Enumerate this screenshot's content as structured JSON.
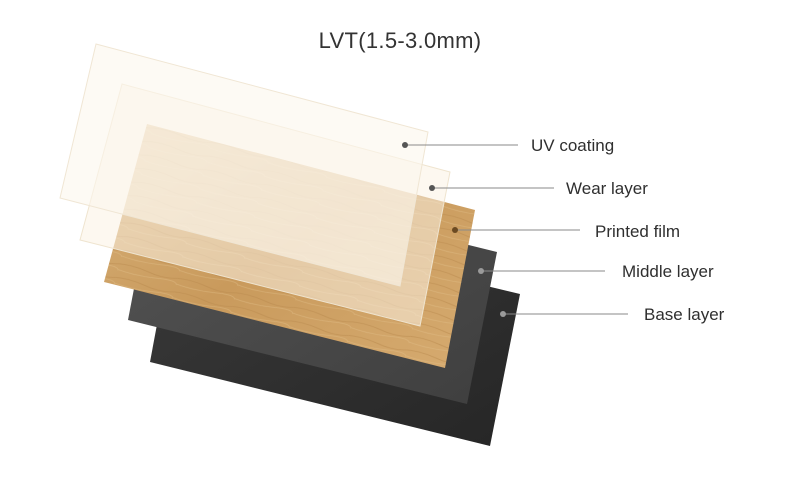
{
  "title": "LVT(1.5-3.0mm)",
  "layers": [
    {
      "label": "UV coating",
      "color": "#fbf4e8"
    },
    {
      "label": "Wear layer",
      "color": "#fbf3e4"
    },
    {
      "label": "Printed film",
      "color": "#d4a86a"
    },
    {
      "label": "Middle layer",
      "color": "#4a4a4a"
    },
    {
      "label": "Base layer",
      "color": "#2c2c2c"
    }
  ]
}
